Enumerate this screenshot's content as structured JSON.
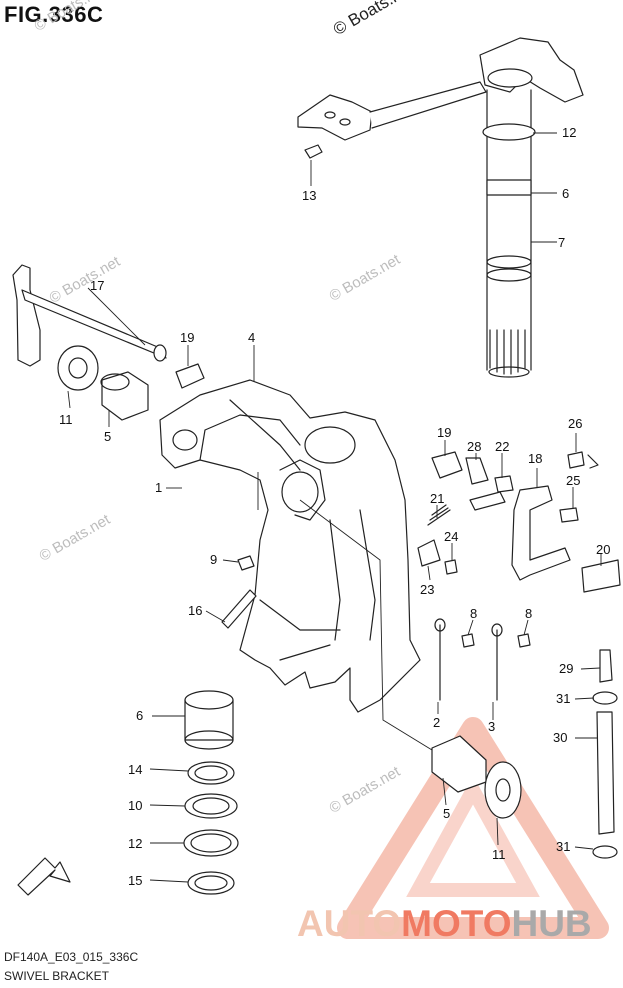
{
  "figure": {
    "title": "FIG.336C",
    "code": "DF140A_E03_015_336C",
    "name": "SWIVEL BRACKET"
  },
  "watermark": {
    "text": "© Boats.net"
  },
  "callouts": [
    "12",
    "6",
    "7",
    "13",
    "17",
    "19",
    "4",
    "11",
    "5",
    "1",
    "19",
    "28",
    "22",
    "26",
    "18",
    "25",
    "21",
    "24",
    "9",
    "23",
    "20",
    "16",
    "8",
    "8",
    "29",
    "31",
    "30",
    "2",
    "3",
    "6",
    "14",
    "10",
    "12",
    "15",
    "5",
    "11",
    "31"
  ],
  "logo": {
    "part1": "AUTO",
    "part2": "MOTO",
    "part3": "HUB",
    "colors": {
      "auto": "#f2c5b0",
      "moto": "#f07a62",
      "hub": "#a9a9a9",
      "triangle": "#f07a62"
    }
  }
}
